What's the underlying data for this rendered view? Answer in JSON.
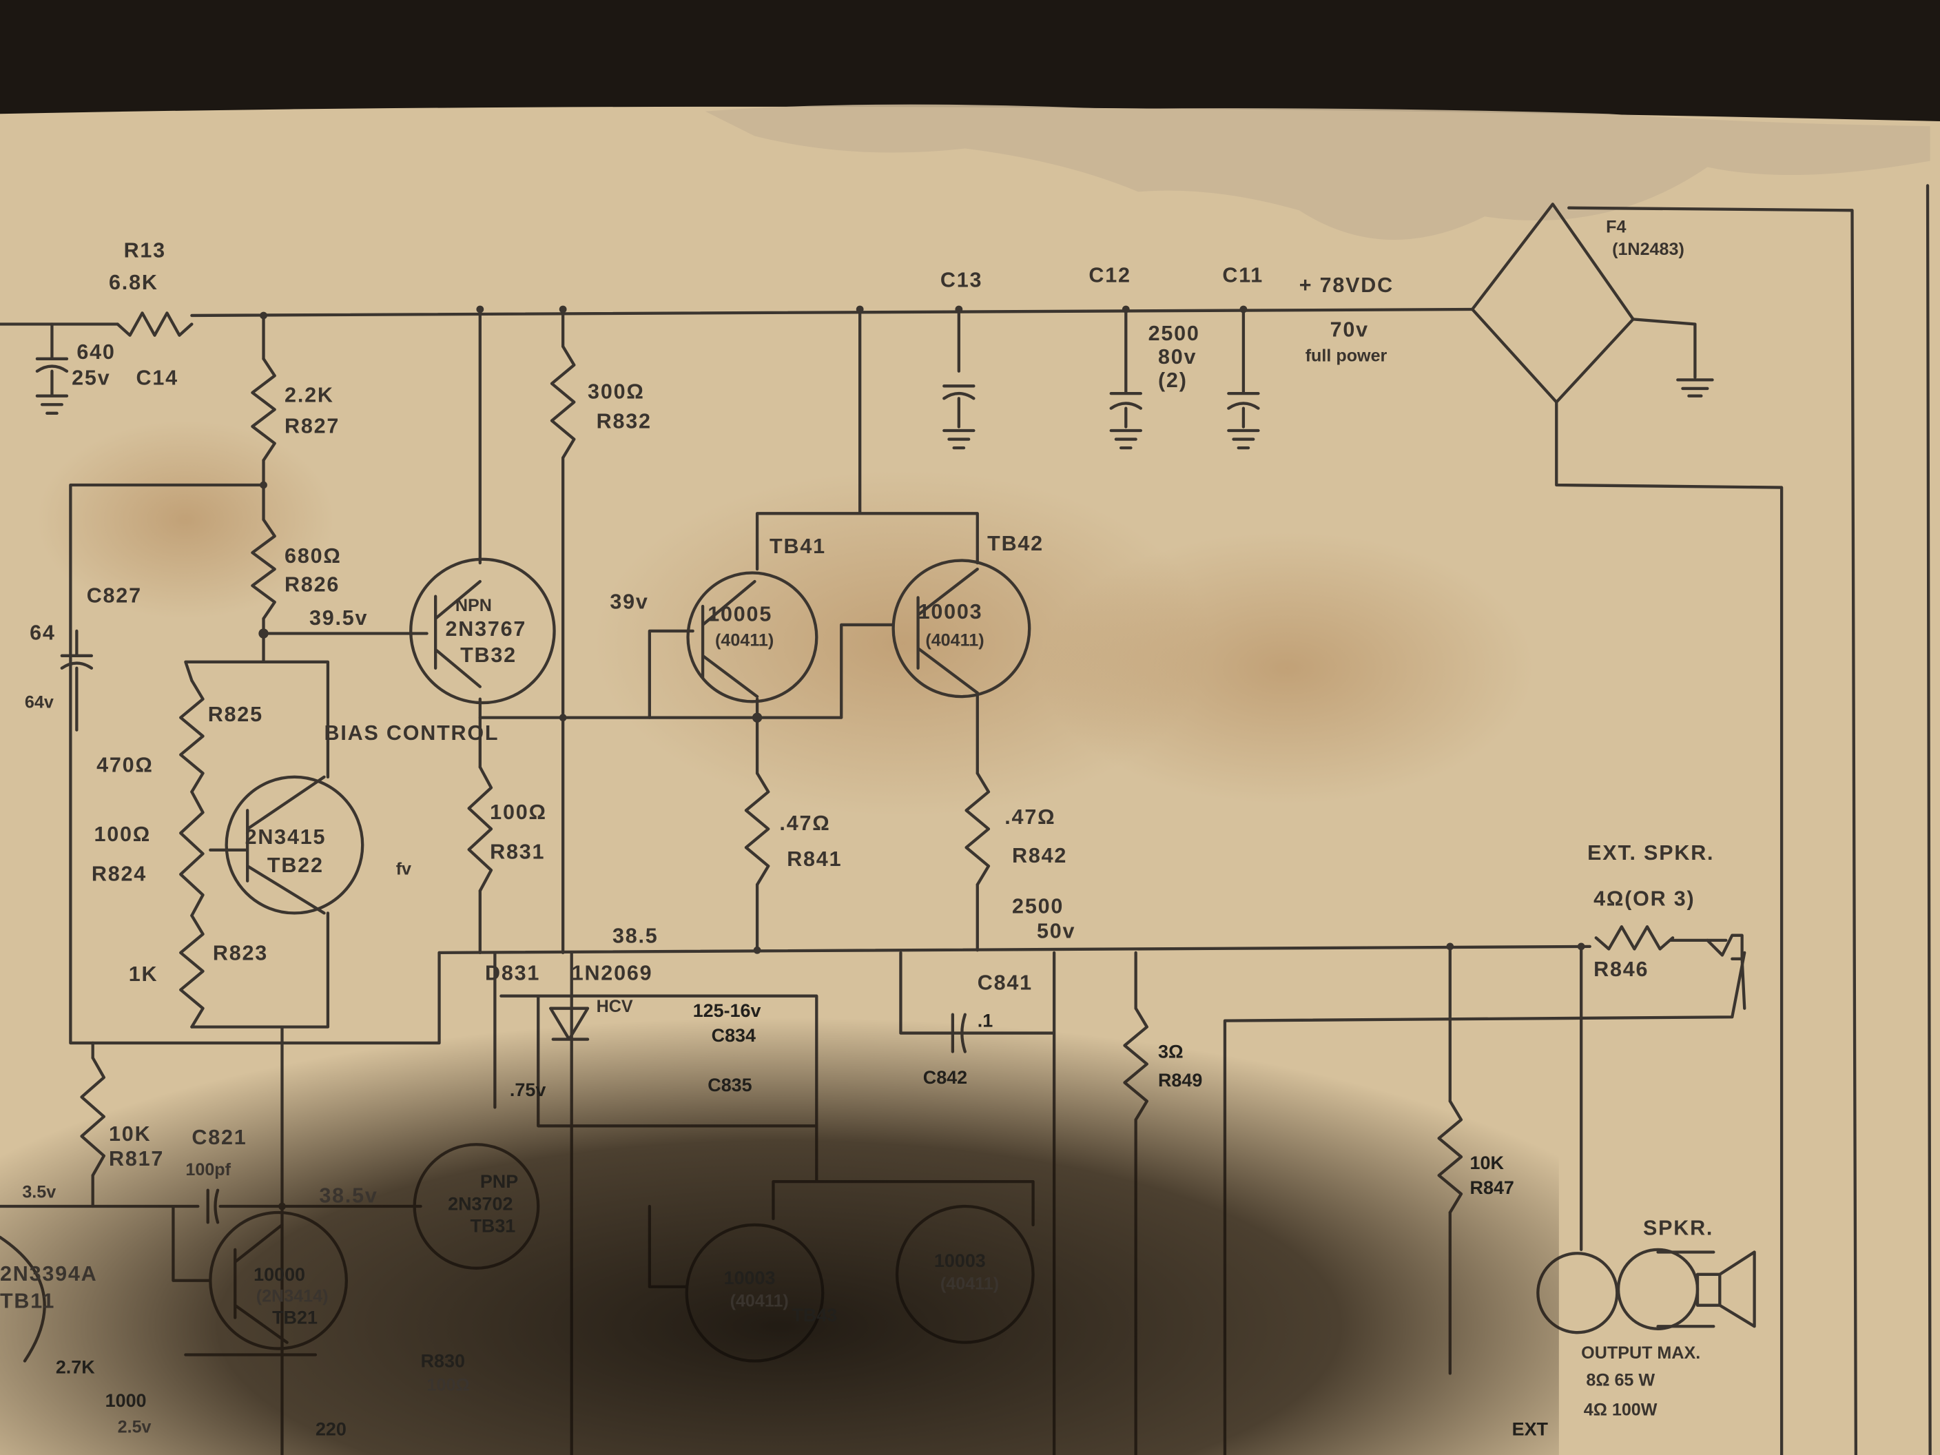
{
  "colors": {
    "paper": "#d6c19c",
    "ink": "#3b352f",
    "background": "#1c1712",
    "stain": "#a87a4a"
  },
  "power": {
    "r13": {
      "ref": "R13",
      "value": "6.8K"
    },
    "c14": {
      "value": "640",
      "voltage": "25v",
      "ref": "C14"
    },
    "c13": {
      "ref": "C13"
    },
    "c12": {
      "ref": "C12",
      "value": "2500",
      "voltage": "80v",
      "qty": "(2)"
    },
    "c11": {
      "ref": "C11"
    },
    "supply": "+ 78VDC",
    "full_power_v": "70v",
    "full_power": "full power",
    "bridge": {
      "ref": "F4",
      "part": "(1N2483)"
    }
  },
  "driver": {
    "r827": {
      "value": "2.2K",
      "ref": "R827"
    },
    "r826": {
      "value": "680Ω",
      "ref": "R826"
    },
    "node_395": "39.5v",
    "r832": {
      "value": "300Ω",
      "ref": "R832"
    },
    "tb32": {
      "type": "NPN",
      "part": "2N3767",
      "ref": "TB32"
    },
    "c827": {
      "ref": "C827",
      "value": "64",
      "voltage": "64v"
    },
    "r825": {
      "ref": "R825",
      "value": "470Ω"
    },
    "r824": {
      "value": "100Ω",
      "ref": "R824"
    },
    "r823": {
      "ref": "R823",
      "value": "1K"
    },
    "bias": "BIAS CONTROL",
    "tb22": {
      "part": "2N3415",
      "ref": "TB22",
      "note": "fv"
    },
    "r831": {
      "value": "100Ω",
      "ref": "R831"
    }
  },
  "output": {
    "tb41": {
      "ref": "TB41",
      "part": "10005",
      "alt": "(40411)",
      "base_v": "39v"
    },
    "tb42": {
      "ref": "TB42",
      "part": "10003",
      "alt": "(40411)"
    },
    "r841": {
      "value": ".47Ω",
      "ref": "R841"
    },
    "r842": {
      "value": ".47Ω",
      "ref": "R842"
    },
    "c841": {
      "value": "2500",
      "voltage": "50v",
      "ref": "C841"
    },
    "node_385": "38.5",
    "d831": {
      "ref": "D831",
      "part": "1N2069",
      "note": "HCV"
    },
    "c834": {
      "value": "125-16v",
      "ref": "C834"
    },
    "c835": {
      "ref": "C835"
    },
    "v_075": ".75v",
    "c842": {
      "ref": "C842",
      "value": ".1"
    },
    "r849": {
      "value": "3Ω",
      "ref": "R849"
    },
    "r847": {
      "value": "10K",
      "ref": "R847"
    }
  },
  "speaker": {
    "ext_label": "EXT. SPKR.",
    "ext_imp": "4Ω(OR 3)",
    "r846": "R846",
    "spkr": "SPKR.",
    "output_max": "OUTPUT MAX.",
    "rating_8": "8Ω 65 W",
    "rating_4": "4Ω 100W"
  },
  "input": {
    "r817": {
      "value": "10K",
      "ref": "R817"
    },
    "c821": {
      "ref": "C821",
      "value": "100pf"
    },
    "node_35": "3.5v",
    "node_383": "38.5v",
    "tb11": {
      "part": "2N3394A",
      "ref": "TB11"
    },
    "tb21": {
      "part": "10000",
      "alt": "(2N3414)",
      "ref": "TB21"
    },
    "tb31": {
      "type": "PNP",
      "part": "2N3702",
      "ref": "TB31"
    },
    "tb43": {
      "part": "10003",
      "alt": "(40411)",
      "ref": "TB43"
    },
    "tb44": {
      "part": "10003",
      "alt": "(40411)"
    },
    "r830": {
      "ref": "R830",
      "value": "100Ω"
    },
    "c_1000": {
      "value": "1000",
      "voltage": "2.5v"
    },
    "r_27k": "2.7K",
    "r_220": "220",
    "ext": "EXT"
  }
}
